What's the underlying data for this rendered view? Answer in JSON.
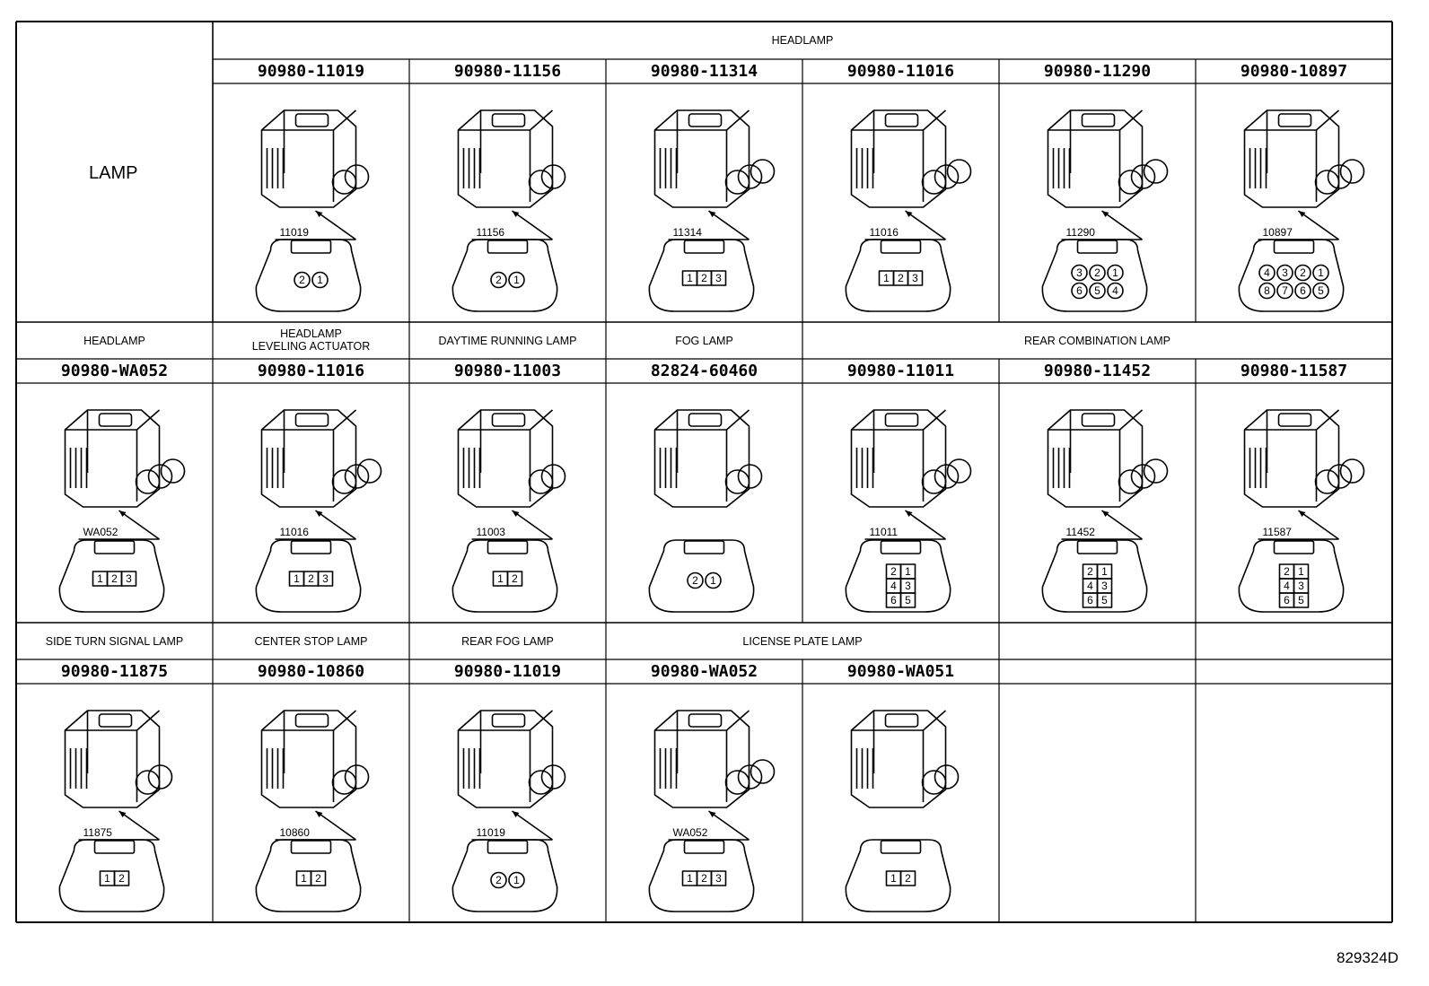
{
  "corner_label": "LAMP",
  "figure_id": "829324D",
  "rows": [
    {
      "headers": [
        {
          "label": "HEADLAMP",
          "span": 6,
          "col_start": 1
        }
      ],
      "cells": [
        {
          "pn": "90980-11019",
          "callout": "11019",
          "pins": [
            "2",
            "1"
          ],
          "shape": "oval2"
        },
        {
          "pn": "90980-11156",
          "callout": "11156",
          "pins": [
            "2",
            "1"
          ],
          "shape": "oval2b"
        },
        {
          "pn": "90980-11314",
          "callout": "11314",
          "pins": [
            "1",
            "2",
            "3"
          ],
          "shape": "rect3"
        },
        {
          "pn": "90980-11016",
          "callout": "11016",
          "pins": [
            "1",
            "2",
            "3"
          ],
          "shape": "tri3"
        },
        {
          "pn": "90980-11290",
          "callout": "11290",
          "pins": [
            "3",
            "2",
            "1",
            "6",
            "5",
            "4"
          ],
          "shape": "round6"
        },
        {
          "pn": "90980-10897",
          "callout": "10897",
          "pins": [
            "4",
            "3",
            "2",
            "1",
            "8",
            "7",
            "6",
            "5"
          ],
          "shape": "round8"
        }
      ],
      "has_corner": true
    },
    {
      "headers": [
        {
          "label": "HEADLAMP",
          "span": 1,
          "col_start": 0
        },
        {
          "label": "HEADLAMP\nLEVELING ACTUATOR",
          "span": 1,
          "col_start": 1
        },
        {
          "label": "DAYTIME RUNNING LAMP",
          "span": 1,
          "col_start": 2
        },
        {
          "label": "FOG LAMP",
          "span": 1,
          "col_start": 3
        },
        {
          "label": "REAR COMBINATION LAMP",
          "span": 3,
          "col_start": 4
        }
      ],
      "cells": [
        {
          "pn": "90980-WA052",
          "callout": "WA052",
          "pins": [
            "1",
            "2",
            "3"
          ],
          "shape": "box3"
        },
        {
          "pn": "90980-11016",
          "callout": "11016",
          "pins": [
            "1",
            "2",
            "3"
          ],
          "shape": "tri3"
        },
        {
          "pn": "90980-11003",
          "callout": "11003",
          "pins": [
            "1",
            "2"
          ],
          "shape": "rect2"
        },
        {
          "pn": "82824-60460",
          "callout": "",
          "pins": [
            "2",
            "1"
          ],
          "shape": "wide2"
        },
        {
          "pn": "90980-11011",
          "callout": "11011",
          "pins": [
            "2",
            "1",
            "4",
            "3",
            "6",
            "5"
          ],
          "shape": "grid6"
        },
        {
          "pn": "90980-11452",
          "callout": "11452",
          "pins": [
            "2",
            "1",
            "4",
            "3",
            "6",
            "5"
          ],
          "shape": "grid6b"
        },
        {
          "pn": "90980-11587",
          "callout": "11587",
          "pins": [
            "2",
            "1",
            "4",
            "3",
            "6",
            "5"
          ],
          "shape": "grid6c"
        }
      ],
      "has_corner": false
    },
    {
      "headers": [
        {
          "label": "SIDE TURN SIGNAL LAMP",
          "span": 1,
          "col_start": 0
        },
        {
          "label": "CENTER STOP LAMP",
          "span": 1,
          "col_start": 1
        },
        {
          "label": "REAR FOG LAMP",
          "span": 1,
          "col_start": 2
        },
        {
          "label": "LICENSE PLATE LAMP",
          "span": 2,
          "col_start": 3
        },
        {
          "label": "",
          "span": 1,
          "col_start": 5
        },
        {
          "label": "",
          "span": 1,
          "col_start": 6
        }
      ],
      "cells": [
        {
          "pn": "90980-11875",
          "callout": "11875",
          "pins": [
            "1",
            "2"
          ],
          "shape": "small2"
        },
        {
          "pn": "90980-10860",
          "callout": "10860",
          "pins": [
            "1",
            "2"
          ],
          "shape": "tall2"
        },
        {
          "pn": "90980-11019",
          "callout": "11019",
          "pins": [
            "2",
            "1"
          ],
          "shape": "oval2"
        },
        {
          "pn": "90980-WA052",
          "callout": "WA052",
          "pins": [
            "1",
            "2",
            "3"
          ],
          "shape": "box3"
        },
        {
          "pn": "90980-WA051",
          "callout": "",
          "pins": [
            "1",
            "2"
          ],
          "shape": "flat2"
        },
        {
          "pn": "",
          "callout": "",
          "pins": [],
          "shape": "none"
        },
        {
          "pn": "",
          "callout": "",
          "pins": [],
          "shape": "none"
        }
      ],
      "has_corner": false
    }
  ]
}
